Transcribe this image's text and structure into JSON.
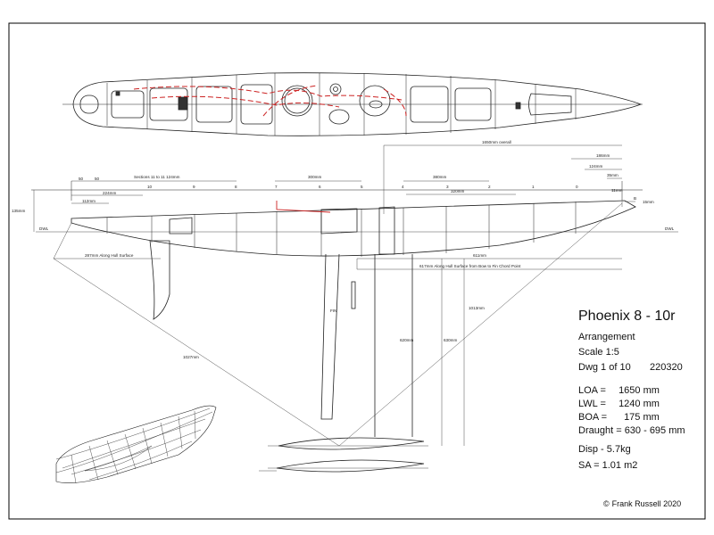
{
  "title_block": {
    "title": "Phoenix 8 - 10r",
    "subtitle": "Arrangement",
    "scale": "Scale 1:5",
    "drawing_number": "Dwg 1 of 10",
    "drawing_date": "220320",
    "specs": [
      {
        "key": "LOA =",
        "value": "1650 mm"
      },
      {
        "key": "LWL =",
        "value": "1240 mm"
      },
      {
        "key": "BOA =",
        "value": "175 mm"
      },
      {
        "key": "Draught =",
        "value": "630 - 695 mm"
      }
    ],
    "displacement": "Disp - 5.7kg",
    "sail_area": "SA = 1.01 m2",
    "copyright_symbol": "©",
    "copyright": "Frank Russell 2020"
  },
  "dimensions": {
    "overall_length": "1650mm overall",
    "sections_label": "Sections 11 to 11 124mm",
    "section_numbers": [
      "10",
      "9",
      "8",
      "7",
      "6",
      "5",
      "4",
      "3",
      "2",
      "1",
      "0"
    ],
    "stern_dims": [
      "50",
      "50"
    ],
    "d_224": "224mm",
    "d_112": "112mm",
    "d_135": "135mm",
    "d_300": "300mm",
    "d_380": "380mm",
    "d_320": "320mm",
    "d_186": "186mm",
    "d_124": "124mm",
    "d_35": "35mm",
    "d_11": "11mm",
    "d_15": "15mm",
    "d_611": "611mm",
    "d_617": "617mm Along Hull Surface from Bow to Fin Chord Point",
    "d_287": "287mm Along Hull Surface",
    "d_1027": "1027mm",
    "d_1013": "1013mm",
    "d_620": "620mm",
    "d_630": "630mm",
    "dwl_left": "DWL",
    "dwl_right": "DWL",
    "bow_label": "B",
    "fin_label": "FIN"
  },
  "colors": {
    "line": "#222222",
    "red": "#cc2222",
    "frame": "#000000"
  }
}
